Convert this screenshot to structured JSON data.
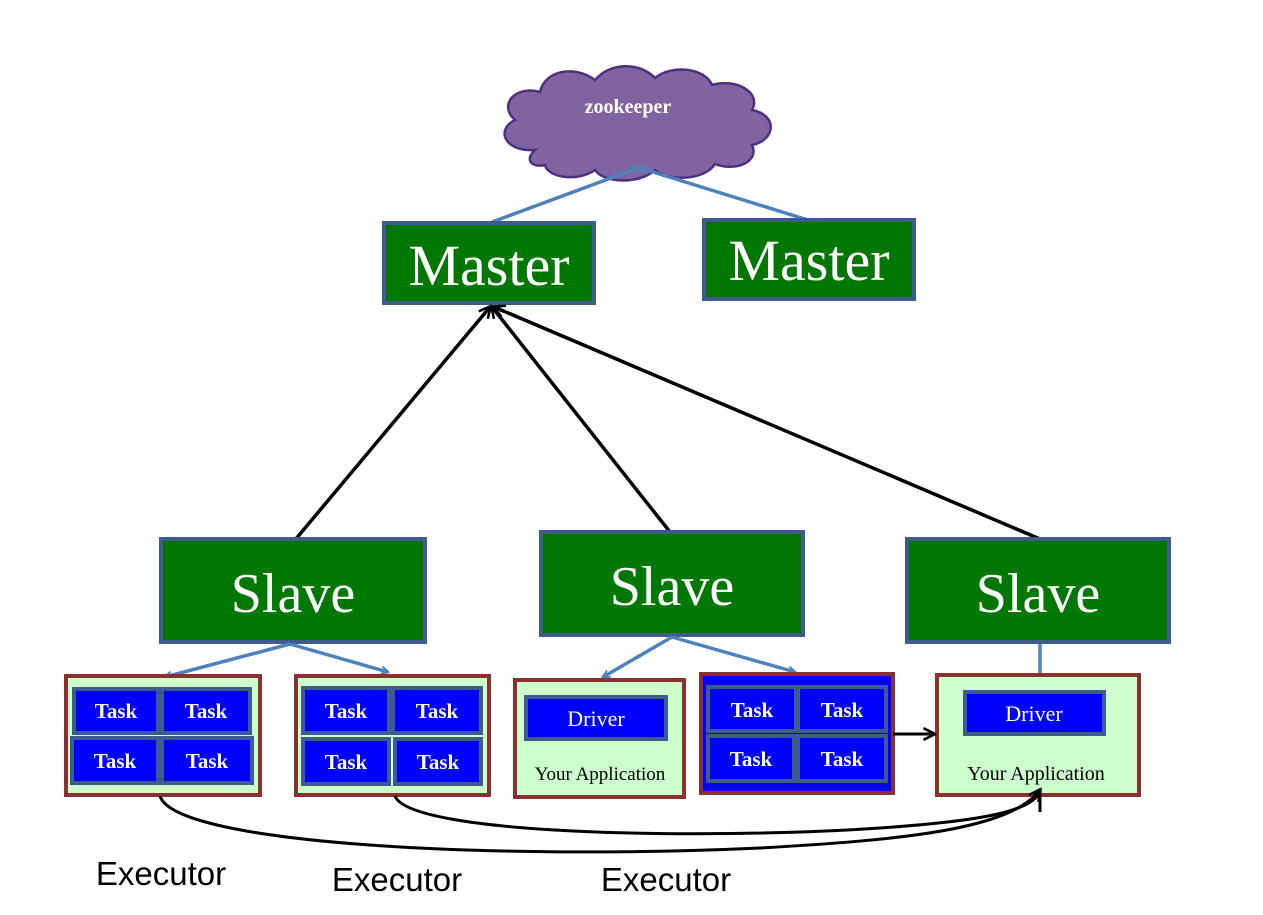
{
  "cloud": {
    "label": "zookeeper"
  },
  "masters": [
    {
      "label": "Master"
    },
    {
      "label": "Master"
    }
  ],
  "slaves": [
    {
      "label": "Slave"
    },
    {
      "label": "Slave"
    },
    {
      "label": "Slave"
    }
  ],
  "task_label": "Task",
  "driver": {
    "label": "Driver",
    "app_label": "Your Application"
  },
  "executor_labels": [
    "Executor",
    "Executor",
    "Executor"
  ],
  "colors": {
    "node_fill": "#007700",
    "node_border": "#3f5a8c",
    "task_fill": "#0000ff",
    "container_fill": "#ccffcc",
    "container_border": "#8b3030",
    "cloud_fill": "#8064a2",
    "blue_arrow": "#4f81bd",
    "black_arrow": "#000000"
  }
}
